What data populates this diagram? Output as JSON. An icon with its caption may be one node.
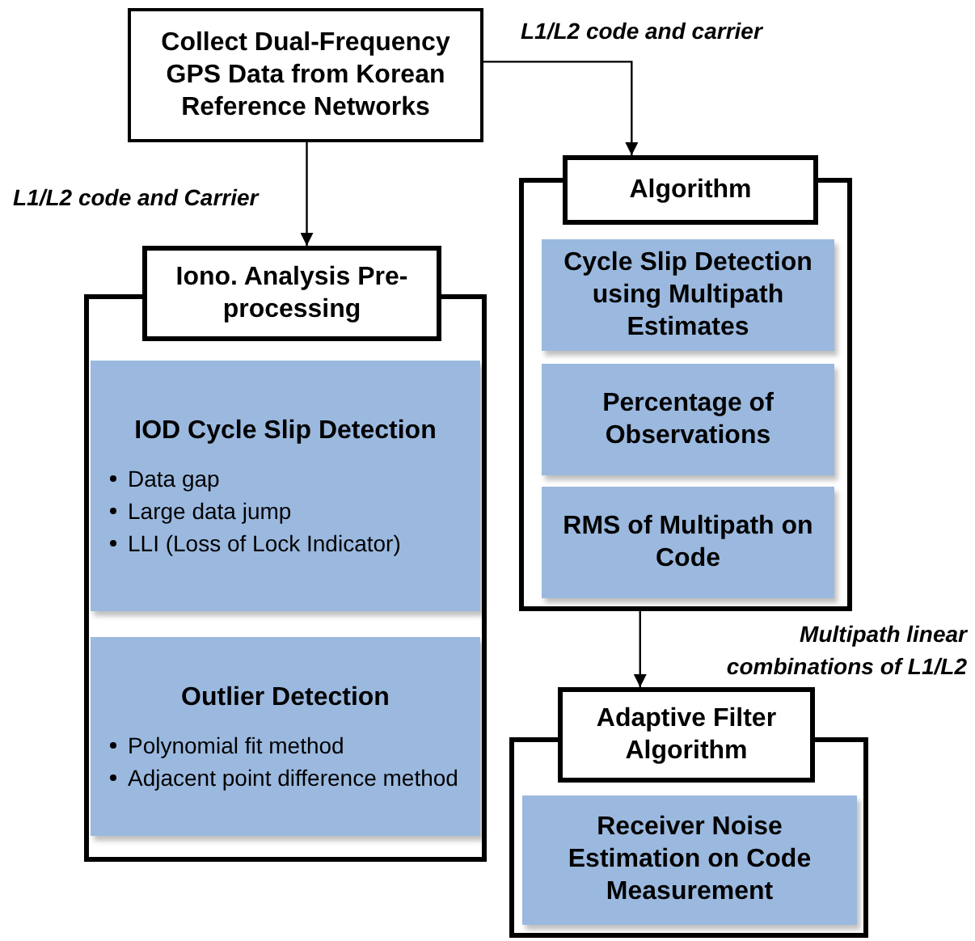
{
  "diagram": {
    "nodes": [
      {
        "text": [
          "Collect Dual-Frequency GPS Data from Korean Reference Networks"
        ]
      },
      {
        "text": [
          "Iono. Analysis Pre-processing"
        ]
      },
      {
        "text": [
          "IOD Cycle Slip Detection",
          "Data gap",
          "Large data jump",
          "LLI (Loss of Lock Indicator)"
        ],
        "in": 1
      },
      {
        "text": [
          "Outlier Detection",
          "Polynomial fit method",
          "Adjacent point difference method"
        ],
        "in": 1
      },
      {
        "text": [
          "Algorithm"
        ]
      },
      {
        "text": [
          "Cycle Slip Detection using Multipath Estimates"
        ],
        "in": 4
      },
      {
        "text": [
          "Percentage of Observations"
        ],
        "in": 4
      },
      {
        "text": [
          "RMS of Multipath on Code"
        ],
        "in": 4
      },
      {
        "text": [
          "Adaptive Filter Algorithm"
        ]
      },
      {
        "text": [
          "Receiver Noise Estimation on Code Measurement"
        ],
        "in": 8
      }
    ],
    "edges": [
      {
        "from": 0,
        "to": 1,
        "arrow": "to",
        "label": "L1/L2 code and Carrier"
      },
      {
        "from": 0,
        "to": 4,
        "arrow": "to",
        "label": "L1/L2 code and carrier"
      },
      {
        "from": 4,
        "to": 8,
        "arrow": "to",
        "label": "Multipath linear combinations of L1/L2"
      }
    ]
  }
}
